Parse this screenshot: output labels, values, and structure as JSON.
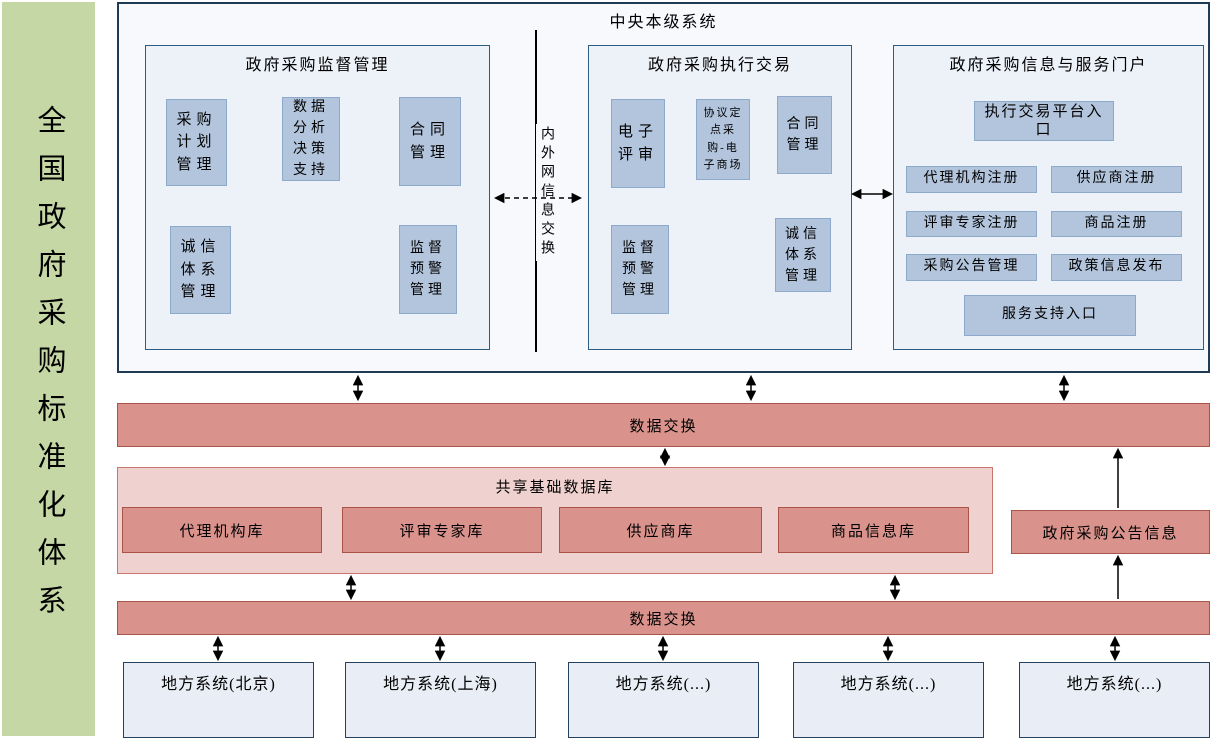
{
  "banner": {
    "label": "全国政府采购标准化体系"
  },
  "central_system": {
    "title": "中央本级系统",
    "supervision": {
      "title": "政府采购监督管理",
      "items": [
        "采购计划管理",
        "数据分析决策支持",
        "合同管理",
        "诚信体系管理",
        "监督预警管理"
      ]
    },
    "divider": {
      "label": "内外网信息交换"
    },
    "execution": {
      "title": "政府采购执行交易",
      "items": [
        "电子评审",
        "协议定点采购-电子商场",
        "合同管理",
        "监督预警管理",
        "诚信体系管理"
      ]
    },
    "portal": {
      "title": "政府采购信息与服务门户",
      "items": [
        "执行交易平台入口",
        "代理机构注册",
        "供应商注册",
        "评审专家注册",
        "商品注册",
        "采购公告管理",
        "政策信息发布",
        "服务支持入口"
      ]
    }
  },
  "data_exchange_top": {
    "label": "数据交换"
  },
  "shared_database": {
    "title": "共享基础数据库",
    "items": [
      "代理机构库",
      "评审专家库",
      "供应商库",
      "商品信息库"
    ]
  },
  "announcement": {
    "label": "政府采购公告信息"
  },
  "data_exchange_bottom": {
    "label": "数据交换"
  },
  "local_systems": [
    "地方系统(北京)",
    "地方系统(上海)",
    "地方系统(...)",
    "地方系统(...)",
    "地方系统(...)"
  ],
  "colors": {
    "banner_bg": "#c5d7a4",
    "module_fill": "#b3c5dd",
    "module_border": "#8da9cc",
    "panel_fill": "#edf1f8",
    "panel_border": "#2e5d83",
    "outer_fill": "#f7f9fd",
    "outer_border": "#1e3a54",
    "exchange_fill": "#d9938c",
    "exchange_border": "#a9544a",
    "database_fill": "#efd2cf",
    "database_border": "#c8756c",
    "local_fill": "#e9eef6",
    "local_border": "#24415e",
    "arrow": "#000000"
  }
}
